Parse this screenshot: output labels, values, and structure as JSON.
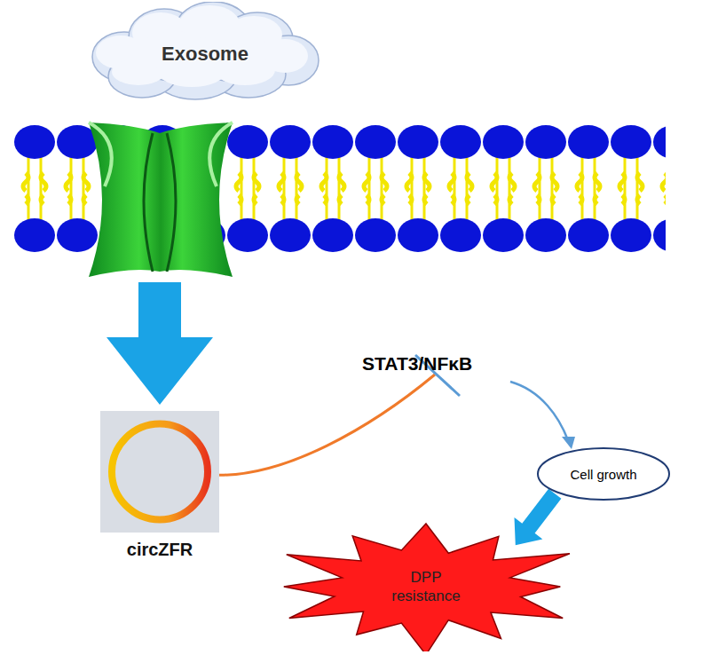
{
  "diagram": {
    "nodes": [
      {
        "text": [
          "Exosome"
        ]
      },
      {
        "text": [
          "circZFR"
        ]
      },
      {
        "text": [
          "Cell growth"
        ]
      },
      {
        "text": [
          "DPP resistance"
        ]
      }
    ],
    "edges": [
      {
        "from": 2,
        "to": 3,
        "arrow": "to"
      }
    ],
    "labels": [
      "STAT3/NFκB"
    ]
  }
}
